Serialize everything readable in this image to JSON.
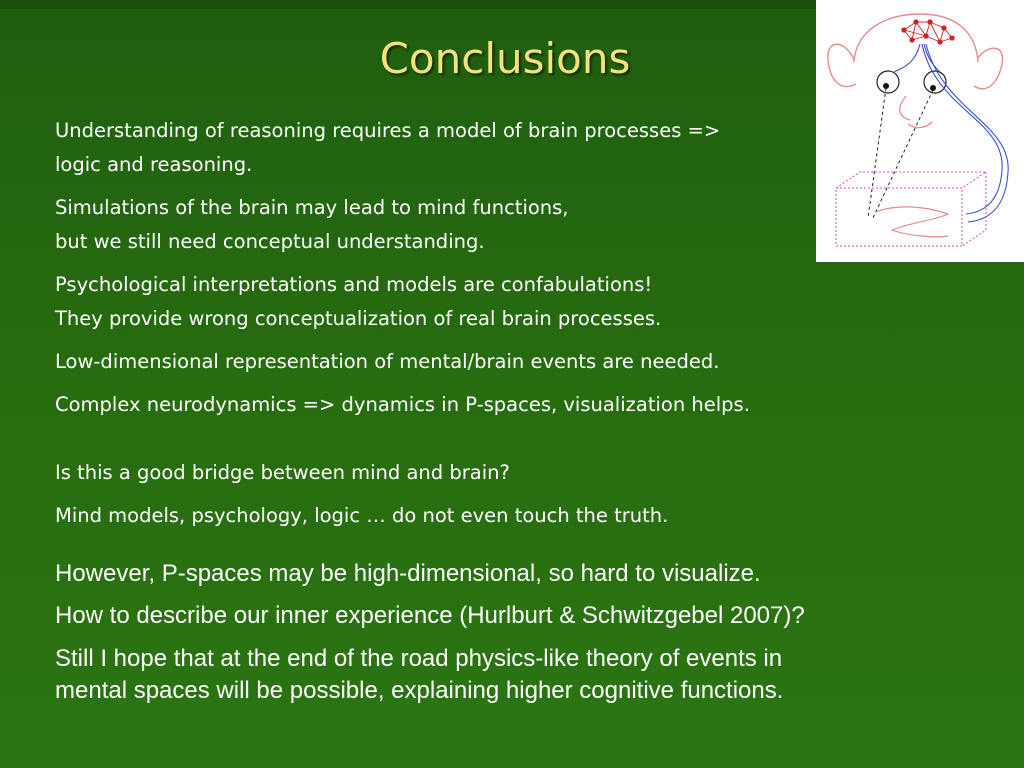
{
  "slide": {
    "title": "Conclusions",
    "paragraphs": [
      {
        "lines": [
          "Understanding of reasoning requires a model of brain processes =>",
          "logic and reasoning."
        ]
      },
      {
        "lines": [
          "Simulations of the brain may lead to mind functions,",
          "but we still need conceptual understanding."
        ]
      },
      {
        "lines": [
          "Psychological interpretations and models are confabulations!",
          "They provide wrong conceptualization of real brain processes."
        ]
      },
      {
        "lines": [
          "Low-dimensional representation of mental/brain events are needed."
        ]
      },
      {
        "lines": [
          "Complex neurodynamics => dynamics in P-spaces, visualization helps."
        ]
      },
      {
        "lines": [
          "Is this a good bridge between mind and brain?"
        ]
      },
      {
        "lines": [
          "Mind models, psychology, logic … do not even touch the truth."
        ]
      }
    ],
    "paragraphs_large": [
      {
        "lines": [
          "However, P-spaces may be high-dimensional, so hard to visualize."
        ]
      },
      {
        "lines": [
          "How to describe our inner experience (Hurlburt & Schwitzgebel 2007)?"
        ]
      },
      {
        "lines": [
          "Still I hope that at the end of the road physics-like theory of events in",
          "mental spaces will be possible, explaining higher cognitive functions."
        ]
      }
    ]
  },
  "colors": {
    "background": "#276b10",
    "title": "#f6e27a",
    "text": "#ffffff"
  }
}
